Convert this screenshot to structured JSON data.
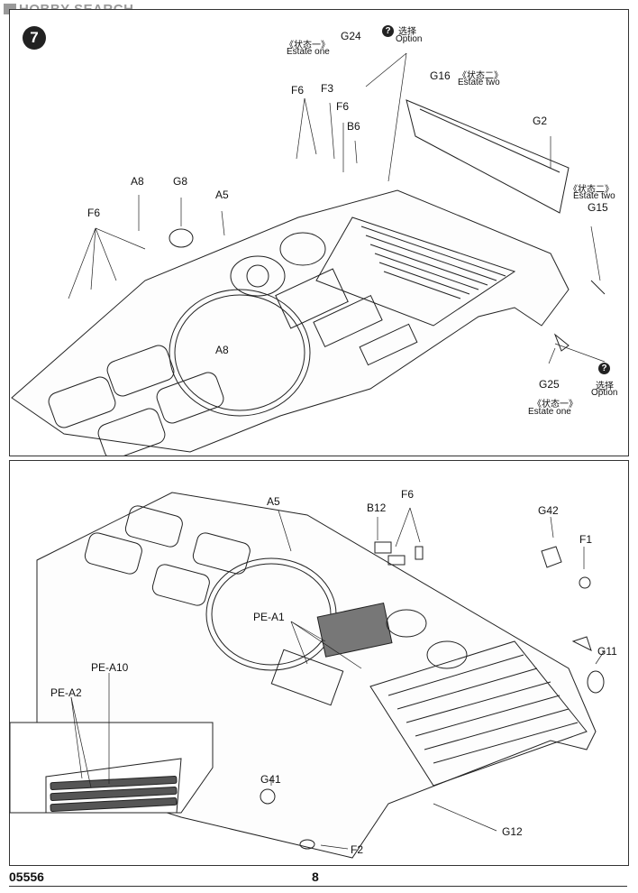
{
  "watermark": "HOBBY SEARCH",
  "step_number": "7",
  "top_panel": {
    "labels": {
      "g24": "G24",
      "option_cn": "选择",
      "option_en": "Option",
      "estate_one_cn": "《状态一》",
      "estate_one_en": "Estate one",
      "g16": "G16",
      "estate_two_cn": "《状态二》",
      "estate_two_en": "Estate two",
      "f6a": "F6",
      "f3": "F3",
      "f6b": "F6",
      "b6": "B6",
      "g2": "G2",
      "estate_two_cn_b": "《状态二》",
      "estate_two_en_b": "Estate two",
      "g15": "G15",
      "a8": "A8",
      "g8": "G8",
      "a5": "A5",
      "f6c": "F6",
      "a8b": "A8",
      "option_cn_b": "选择",
      "option_en_b": "Option",
      "g25": "G25",
      "estate_one_cn_b": "《状态一》",
      "estate_one_en_b": "Estate one"
    }
  },
  "bottom_panel": {
    "labels": {
      "a5": "A5",
      "b12": "B12",
      "f6": "F6",
      "g42": "G42",
      "f1": "F1",
      "pe_a1": "PE-A1",
      "g11": "G11",
      "pe_a10": "PE-A10",
      "pe_a2": "PE-A2",
      "g41": "G41",
      "g12": "G12",
      "f2": "F2"
    }
  },
  "footer": {
    "product_code": "05556",
    "page_number": "8"
  }
}
